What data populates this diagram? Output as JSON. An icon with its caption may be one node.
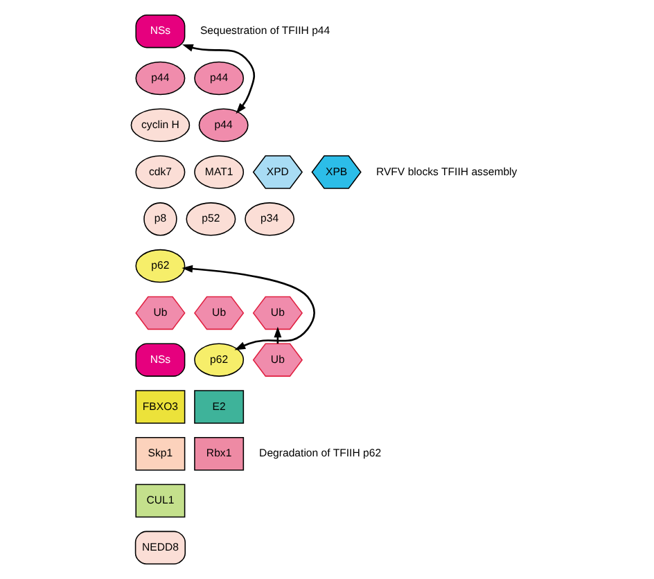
{
  "diagram": {
    "nodes": [
      {
        "text": [
          "NSs"
        ]
      },
      {
        "text": [
          "p44"
        ]
      },
      {
        "text": [
          "p44"
        ]
      },
      {
        "text": [
          "cyclin H"
        ]
      },
      {
        "text": [
          "cdk7"
        ]
      },
      {
        "text": [
          "MAT1"
        ]
      },
      {
        "text": [
          "XPD"
        ]
      },
      {
        "text": [
          "p44"
        ]
      },
      {
        "text": [
          "XPB"
        ]
      },
      {
        "text": [
          "p8"
        ]
      },
      {
        "text": [
          "p52"
        ]
      },
      {
        "text": [
          "p34"
        ]
      },
      {
        "text": [
          "p62"
        ]
      },
      {
        "text": [
          "Ub"
        ]
      },
      {
        "text": [
          "Ub"
        ]
      },
      {
        "text": [
          "Ub"
        ]
      },
      {
        "text": [
          "NSs"
        ]
      },
      {
        "text": [
          "p62"
        ]
      },
      {
        "text": [
          "Ub"
        ]
      },
      {
        "text": [
          "FBXO3"
        ]
      },
      {
        "text": [
          "Skp1"
        ]
      },
      {
        "text": [
          "E2"
        ]
      },
      {
        "text": [
          "Rbx1"
        ]
      },
      {
        "text": [
          "CUL1"
        ]
      },
      {
        "text": [
          "NEDD8"
        ]
      }
    ],
    "edges": [
      {
        "from": 7,
        "to": 0,
        "arrow": "both"
      },
      {
        "from": 17,
        "to": 12,
        "arrow": "both"
      },
      {
        "from": 18,
        "to": 15,
        "arrow": "to"
      }
    ],
    "labels": [
      "Sequestration of TFIIH p44",
      "RVFV blocks TFIIH assembly",
      "Degradation of TFIIH p62"
    ]
  }
}
